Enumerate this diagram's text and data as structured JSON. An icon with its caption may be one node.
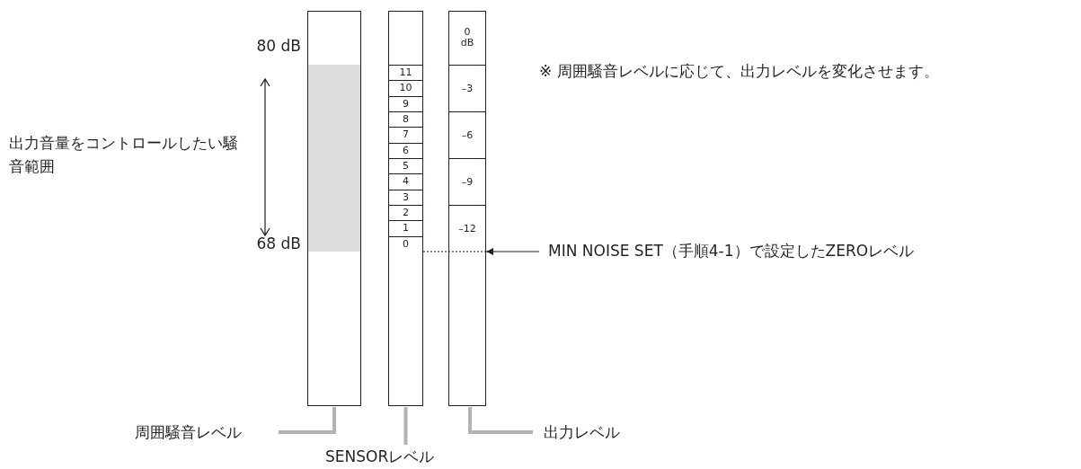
{
  "diagram": {
    "nodes": [
      {
        "text": [],
        "shape": "bar"
      },
      {
        "text": [],
        "shape": "box",
        "in": 0
      },
      {
        "text": [],
        "shape": "bar"
      },
      {
        "text": [
          "11"
        ],
        "in": 2
      },
      {
        "text": [
          "10"
        ],
        "in": 2
      },
      {
        "text": [
          "9"
        ],
        "in": 2
      },
      {
        "text": [
          "8"
        ],
        "in": 2
      },
      {
        "text": [
          "7"
        ],
        "in": 2
      },
      {
        "text": [
          "6"
        ],
        "in": 2
      },
      {
        "text": [
          "5"
        ],
        "in": 2
      },
      {
        "text": [
          "4"
        ],
        "in": 2
      },
      {
        "text": [
          "3"
        ],
        "in": 2
      },
      {
        "text": [
          "2"
        ],
        "in": 2
      },
      {
        "text": [
          "1"
        ],
        "in": 2
      },
      {
        "text": [
          "0"
        ],
        "in": 2
      },
      {
        "text": [],
        "shape": "bar"
      },
      {
        "text": [
          "0 dB"
        ],
        "in": 15
      },
      {
        "text": [
          "–3"
        ],
        "in": 15
      },
      {
        "text": [
          "–6"
        ],
        "in": 15
      },
      {
        "text": [
          "–9"
        ],
        "in": 15
      },
      {
        "text": [
          "–12"
        ],
        "in": 15
      },
      {
        "text": [
          "周囲騒音レベル"
        ]
      },
      {
        "text": [
          "SENSORレベル"
        ]
      },
      {
        "text": [
          "出力レベル"
        ]
      },
      {
        "text": [
          "MIN NOISE SET（手順4-1）で設定したZEROレベル"
        ]
      }
    ],
    "edges": [
      {
        "from": 21,
        "to": 0,
        "arrow": "none"
      },
      {
        "from": 22,
        "to": 2,
        "arrow": "none"
      },
      {
        "from": 23,
        "to": 15,
        "arrow": "none"
      },
      {
        "from": 24,
        "to": 15,
        "arrow": "to",
        "color": "#231f20"
      },
      {
        "from": 14,
        "to": 20,
        "arrow": "none",
        "style": "dashed",
        "color": "#231f20"
      }
    ],
    "labels": [
      "80 dB",
      "※ 周囲騒音レベルに応じて、出力レベルを変化させます。",
      "出力音量をコントロールしたい騒音範囲",
      "68 dB"
    ]
  }
}
